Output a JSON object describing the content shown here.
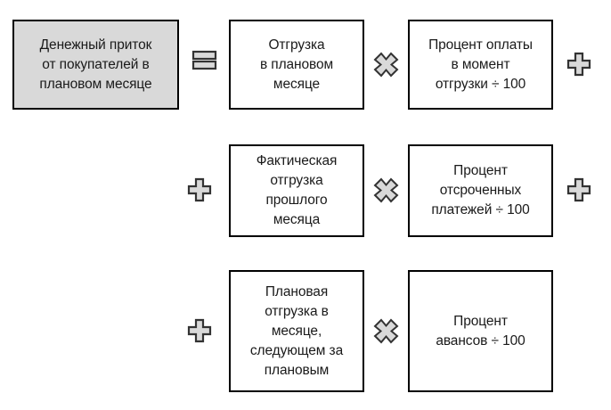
{
  "diagram": {
    "title": "Денежный приток от покупателей в плановом месяце",
    "colors": {
      "node_fill": "#ffffff",
      "result_fill": "#d9d9d9",
      "border": "#000000",
      "text": "#1a1a1a",
      "operator_fill": "#d9d9d9",
      "operator_border": "#333333"
    },
    "rows": [
      {
        "row_index": 1,
        "result": {
          "label": "Денежный приток\nот покупателей в\nплановом месяце",
          "shaded": true
        },
        "leading_operator": null,
        "equals_operator": "equals-icon",
        "factor_a": "Отгрузка\nв плановом\nмесяце",
        "multiply_operator": "multiply-icon",
        "factor_b": "Процент оплаты\nв момент\nотгрузки ÷ 100",
        "trailing_operator": "plus-icon"
      },
      {
        "row_index": 2,
        "result": null,
        "leading_operator": "plus-icon",
        "equals_operator": null,
        "factor_a": "Фактическая\nотгрузка\nпрошлого\nмесяца",
        "multiply_operator": "multiply-icon",
        "factor_b": "Процент\nотсроченных\nплатежей ÷ 100",
        "trailing_operator": "plus-icon"
      },
      {
        "row_index": 3,
        "result": null,
        "leading_operator": "plus-icon",
        "equals_operator": null,
        "factor_a": "Плановая\nотгрузка в\nмесяце,\nследующем за\nплановым",
        "multiply_operator": "multiply-icon",
        "factor_b": "Процент\nавансов ÷ 100",
        "trailing_operator": null
      }
    ]
  }
}
